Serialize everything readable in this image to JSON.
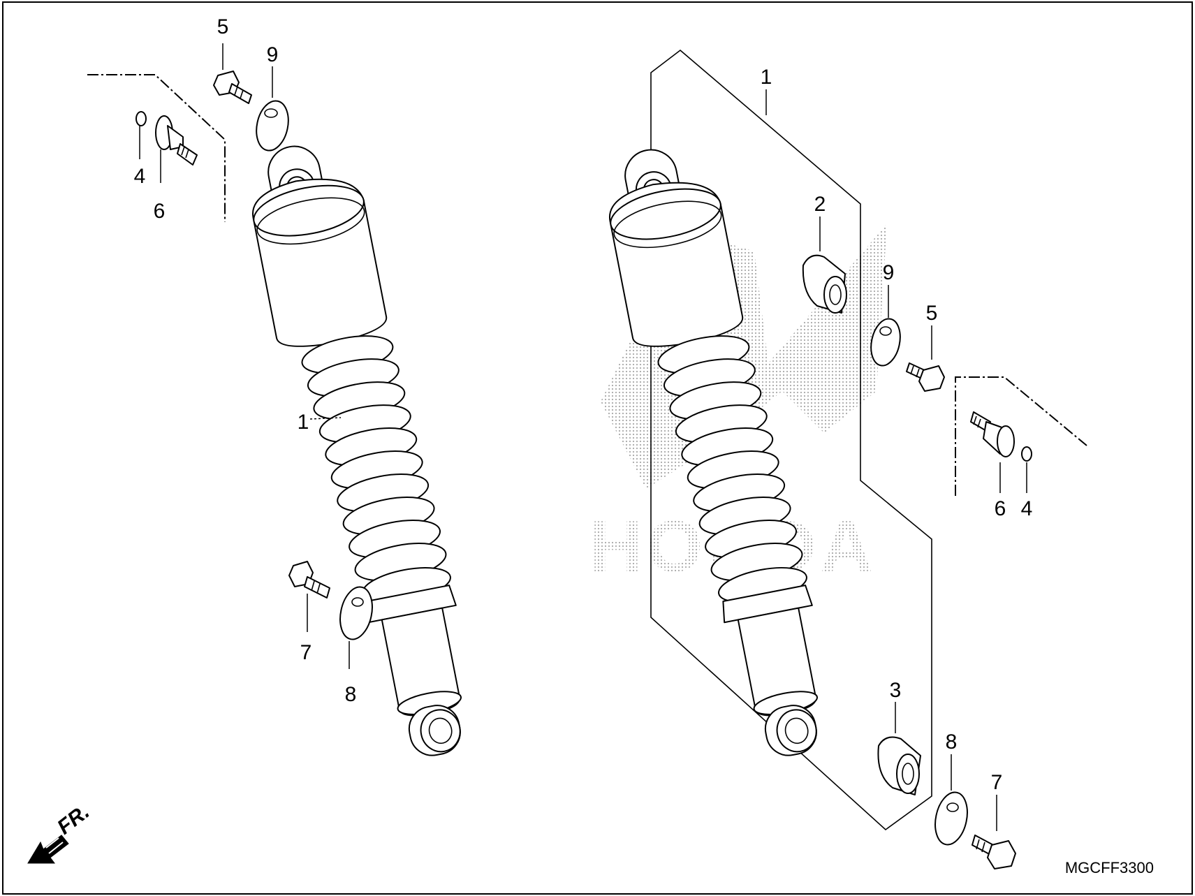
{
  "diagram": {
    "callouts": {
      "left": {
        "shock_absorber": "1",
        "bolt_top": "5",
        "washer_top": "9",
        "nut": "4",
        "stud_bolt": "6",
        "bolt_bottom": "7",
        "washer_bottom": "8"
      },
      "right": {
        "shock_absorber": "1",
        "bush_top": "2",
        "bush_bottom": "3",
        "washer_top": "9",
        "bolt_top": "5",
        "stud_bolt": "6",
        "nut": "4",
        "washer_bottom": "8",
        "bolt_bottom": "7"
      }
    },
    "watermark_text": "HONDA",
    "direction_label": "FR.",
    "figure_code": "MGCFF3300",
    "colors": {
      "ink": "#000000",
      "paper": "#ffffff",
      "watermark": "#b8b8b8"
    }
  }
}
